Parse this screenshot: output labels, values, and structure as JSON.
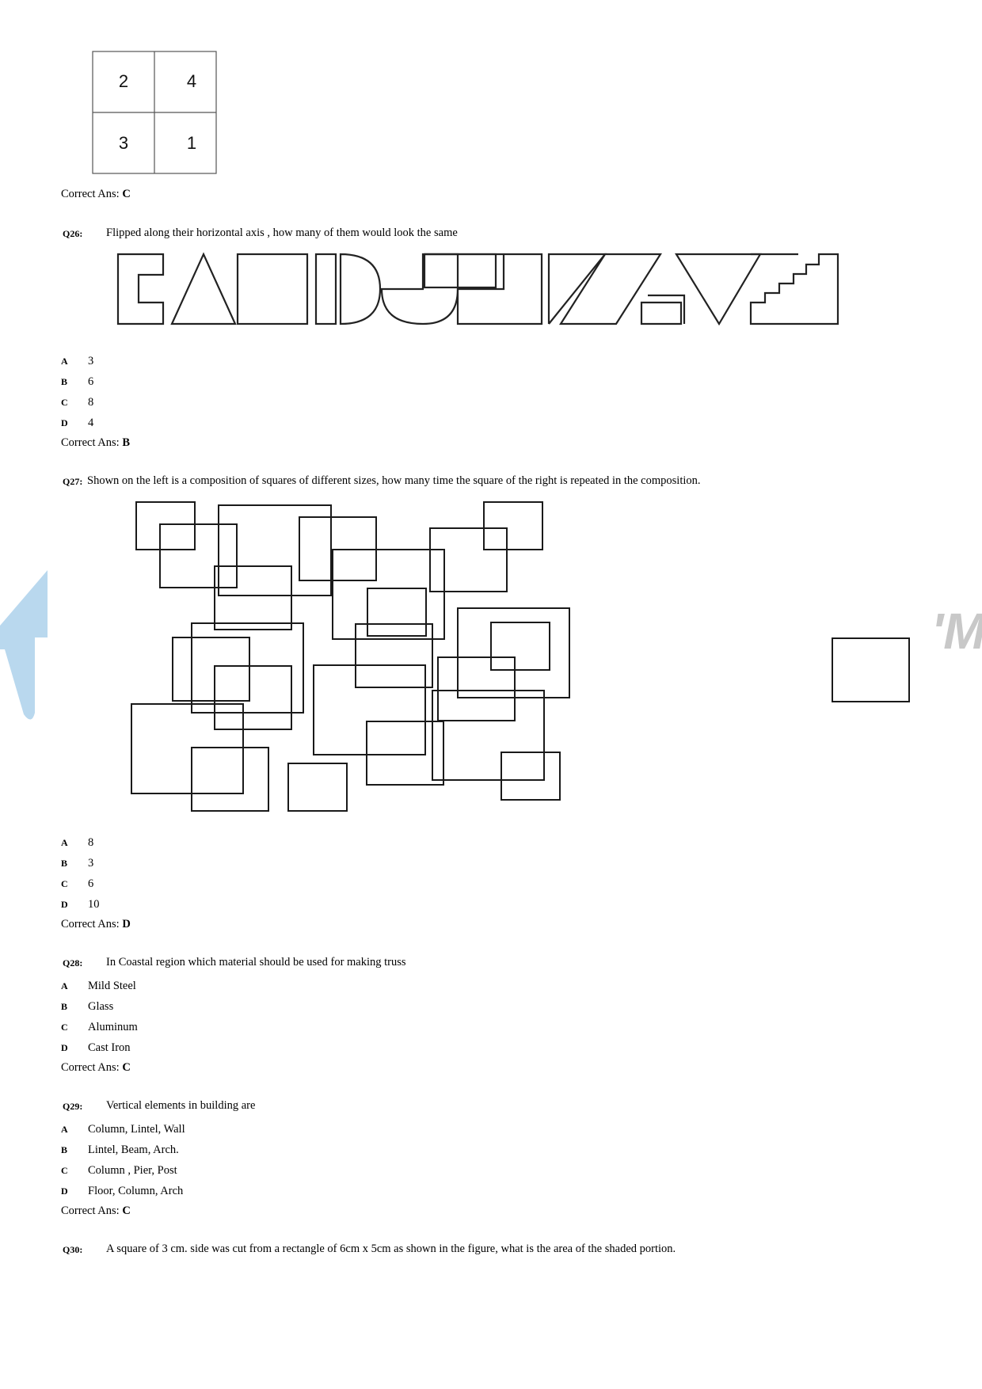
{
  "grid": {
    "cells": [
      "2",
      "4",
      "3",
      "1"
    ]
  },
  "correct_ans_label": "Correct Ans:",
  "q25": {
    "answer": "C"
  },
  "q26": {
    "number": "Q26:",
    "text": "Flipped along their horizontal axis , how many of them would look the same",
    "options": [
      {
        "letter": "A",
        "text": "3"
      },
      {
        "letter": "B",
        "text": "6"
      },
      {
        "letter": "C",
        "text": "8"
      },
      {
        "letter": "D",
        "text": "4"
      }
    ],
    "answer": "B"
  },
  "q27": {
    "number": "Q27:",
    "text": "Shown on the left is a composition of squares of different sizes, how many time the square of the right is repeated in the composition.",
    "options": [
      {
        "letter": "A",
        "text": "8"
      },
      {
        "letter": "B",
        "text": "3"
      },
      {
        "letter": "C",
        "text": "6"
      },
      {
        "letter": "D",
        "text": "10"
      }
    ],
    "answer": "D"
  },
  "q28": {
    "number": "Q28:",
    "text": "In Coastal region which material should be used for making truss",
    "options": [
      {
        "letter": "A",
        "text": "Mild Steel"
      },
      {
        "letter": "B",
        "text": "Glass"
      },
      {
        "letter": "C",
        "text": "Aluminum"
      },
      {
        "letter": "D",
        "text": "Cast Iron"
      }
    ],
    "answer": "C"
  },
  "q29": {
    "number": "Q29:",
    "text": "Vertical elements in building are",
    "options": [
      {
        "letter": "A",
        "text": "Column, Lintel, Wall"
      },
      {
        "letter": "B",
        "text": "Lintel, Beam, Arch."
      },
      {
        "letter": "C",
        "text": "Column , Pier, Post"
      },
      {
        "letter": "D",
        "text": "Floor, Column, Arch"
      }
    ],
    "answer": "C"
  },
  "q30": {
    "number": "Q30:",
    "text": "A square of 3 cm. side was cut from a rectangle of 6cm x 5cm as shown in the figure, what is the area of the shaded portion."
  },
  "watermark": {
    "text": "'M",
    "color": "#b9d8ee"
  }
}
